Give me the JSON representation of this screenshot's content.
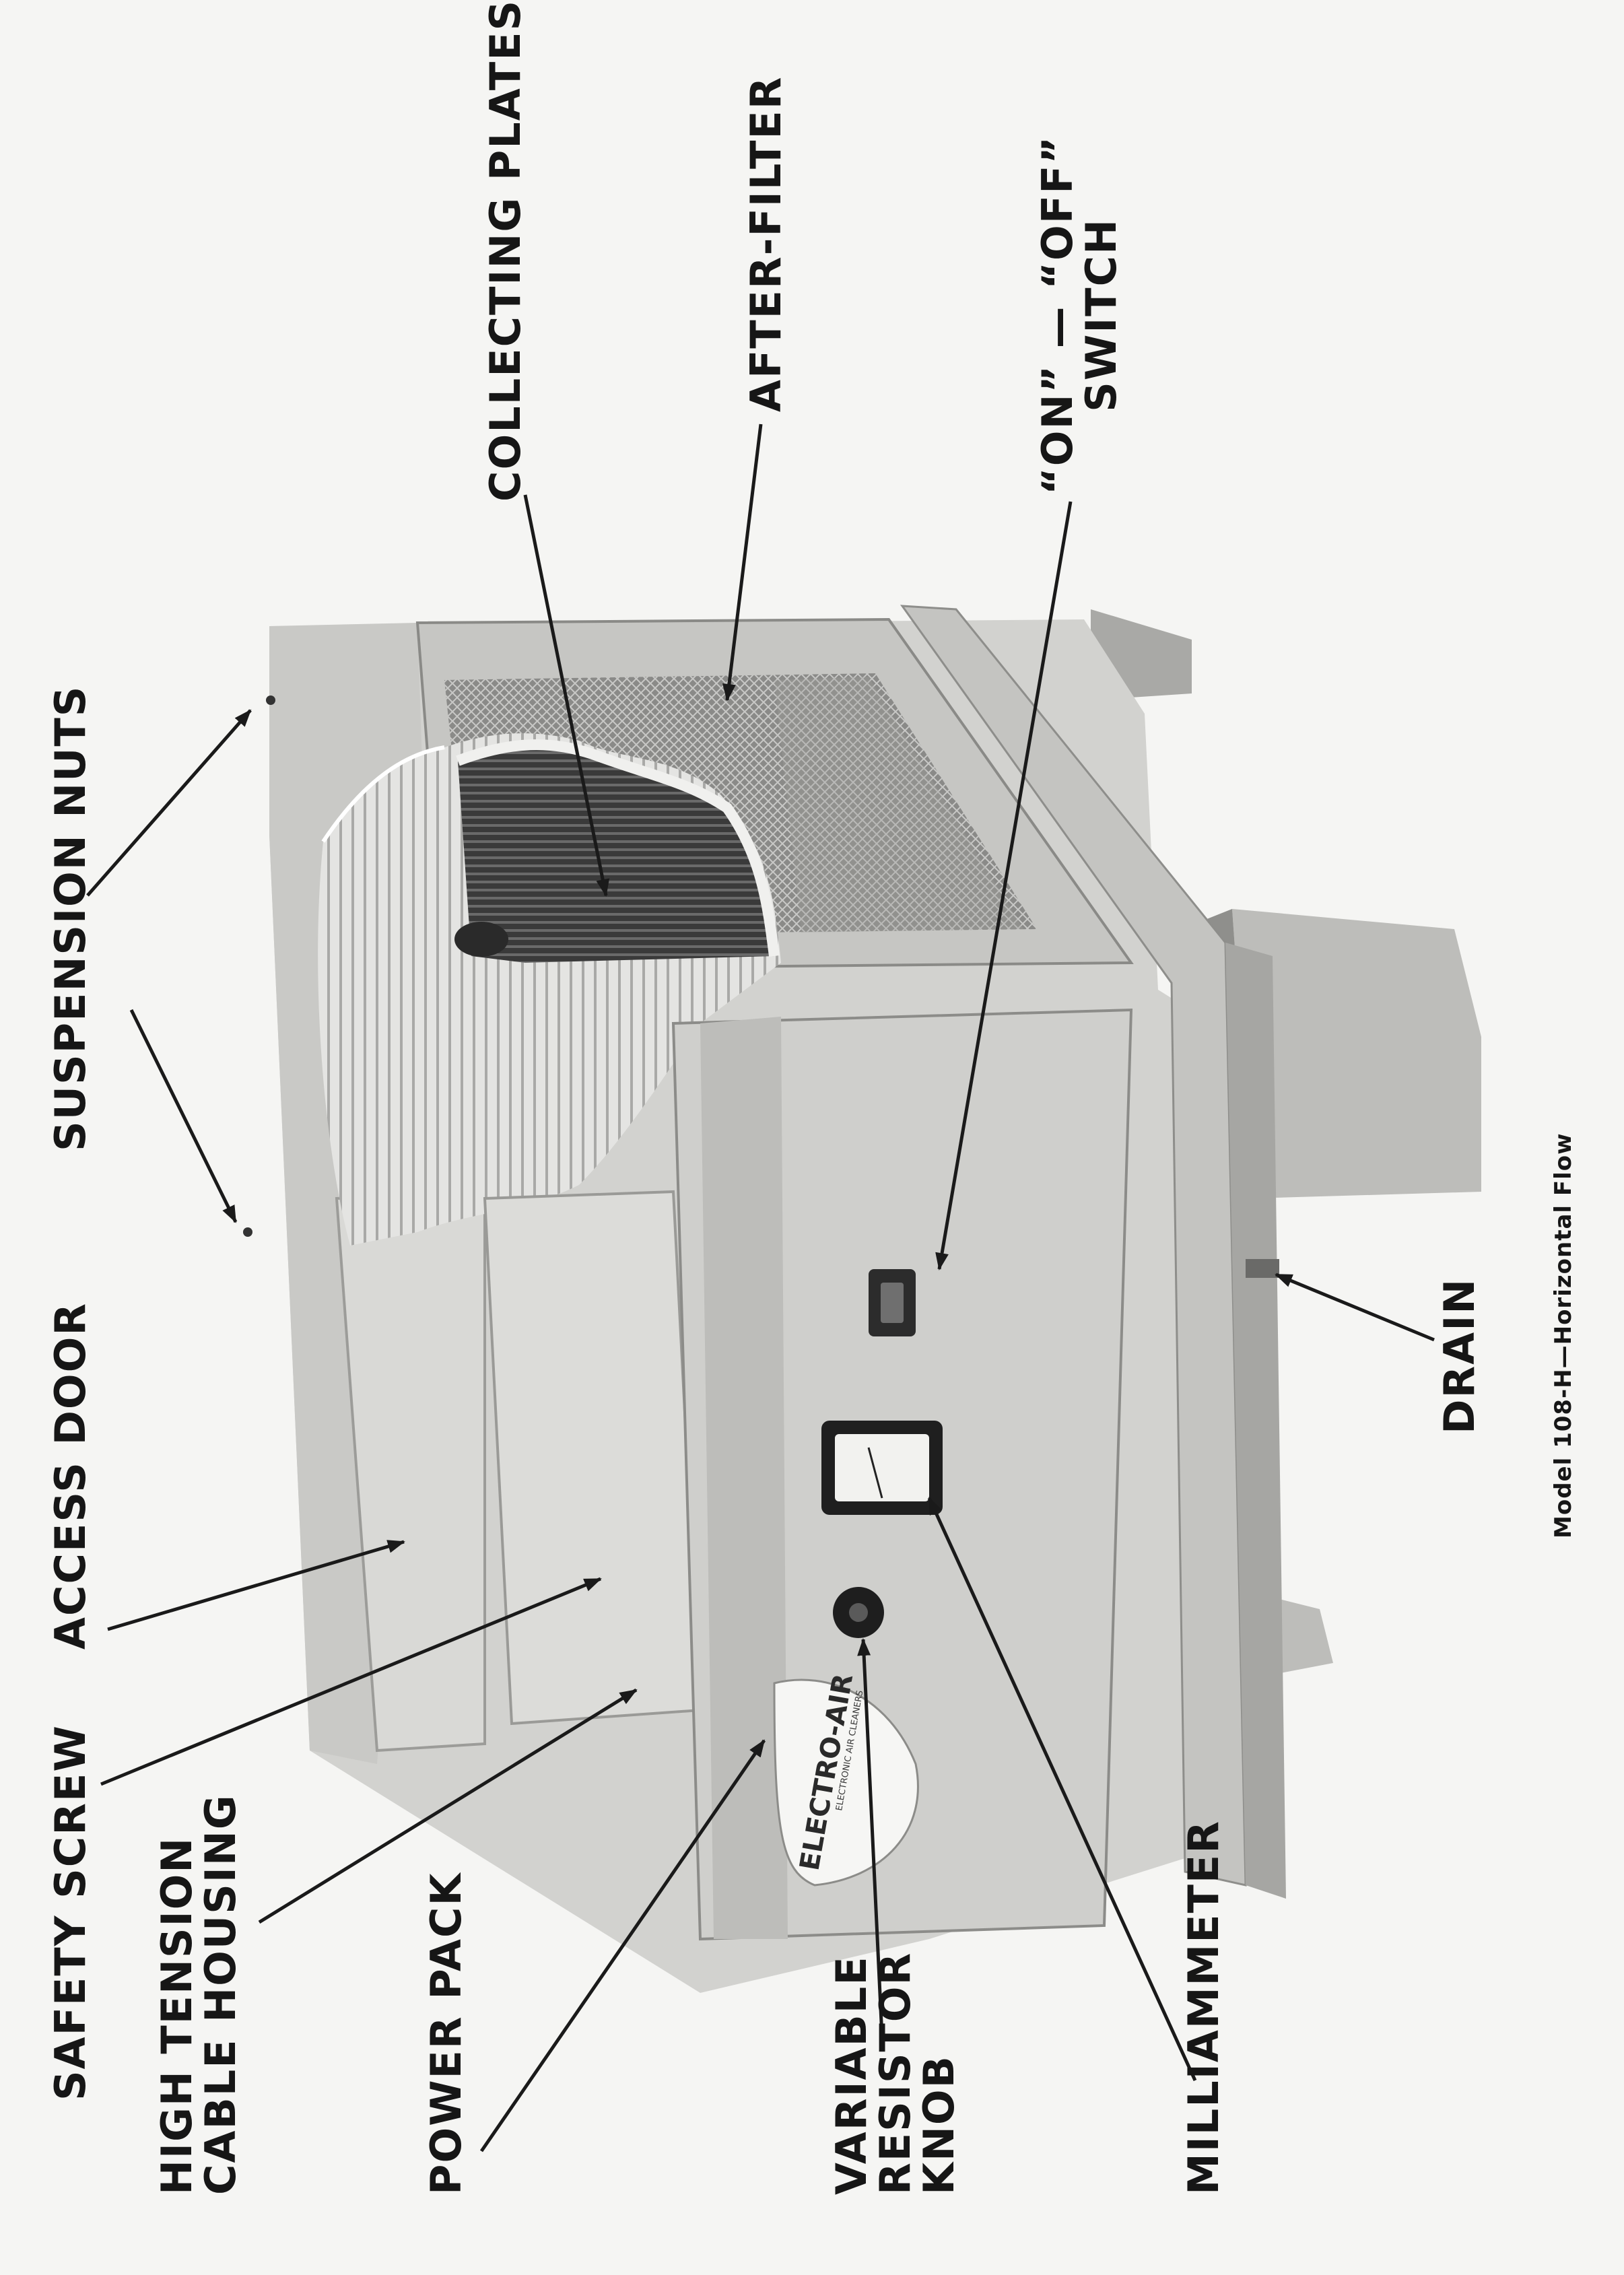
{
  "labels": {
    "collecting_plates": "COLLECTING PLATES",
    "after_filter": "AFTER-FILTER",
    "on_off_switch": [
      "“ON” — “OFF”",
      "SWITCH"
    ],
    "suspension_nuts": "SUSPENSION NUTS",
    "access_door": "ACCESS DOOR",
    "safety_screw": "SAFETY SCREW",
    "high_tension_cable_housing": [
      "HIGH TENSION",
      "CABLE HOUSING"
    ],
    "power_pack": "POWER PACK",
    "variable_resistor_knob": [
      "VARIABLE",
      "RESISTOR",
      "KNOB"
    ],
    "milliammeter": "MILLIAMMETER",
    "drain": "DRAIN"
  },
  "nameplate": {
    "brand": "ELECTRO-AIR",
    "subtitle": "ELECTRONIC AIR CLEANERS"
  },
  "caption": "Model 108-H—Horizontal Flow",
  "colors": {
    "paper": "#f5f5f3",
    "cabinet_light": "#d6d6d3",
    "cabinet_mid": "#b9b9b6",
    "cabinet_dark": "#8e8e8b",
    "plates": "#3c3c3c",
    "ink": "#161616"
  }
}
